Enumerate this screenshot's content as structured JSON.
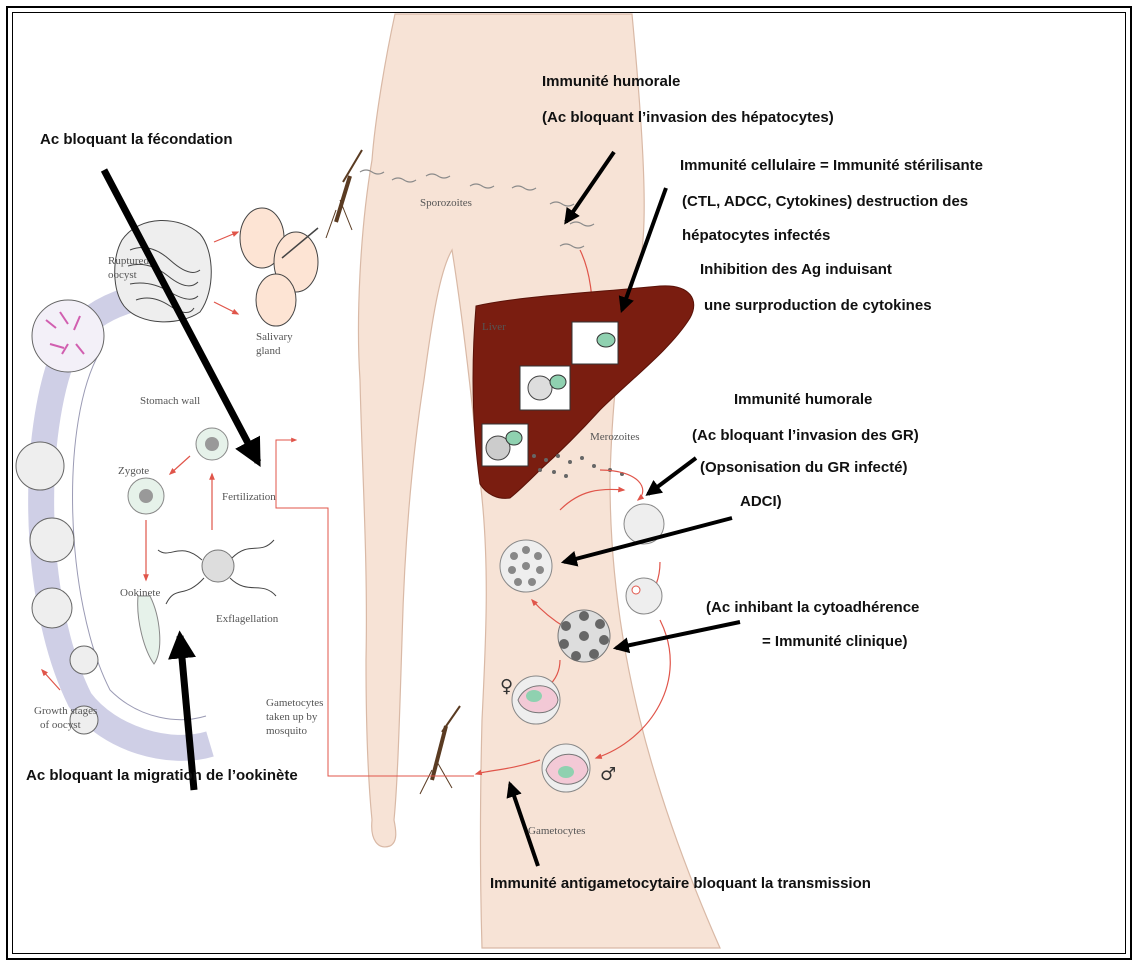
{
  "annotations": {
    "humoral_1": "Immunité humorale",
    "humoral_1_detail": "(Ac bloquant l’invasion des hépatocytes)",
    "cellular_1": "Immunité cellulaire = Immunité stérilisante",
    "cellular_2": "(CTL, ADCC, Cytokines) destruction des",
    "cellular_3": "hépatocytes infectés",
    "inhibition_1": "Inhibition des Ag induisant",
    "inhibition_2": "une surproduction de cytokines",
    "fecondation": "Ac bloquant la fécondation",
    "humoral_2": "Immunité humorale",
    "humoral_2_line1": "(Ac bloquant l’invasion des GR)",
    "humoral_2_line2": "(Opsonisation du GR infecté)",
    "humoral_2_line3": "ADCI)",
    "cytoadherence_1": "(Ac inhibant la cytoadhérence",
    "cytoadherence_2": "= Immunité clinique)",
    "ookinete_migration": "Ac bloquant la migration de l’ookinète",
    "transmission": "Immunité antigametocytaire bloquant la transmission"
  },
  "labels": {
    "ruptured_oocyst_1": "Ruptured",
    "ruptured_oocyst_2": "oocyst",
    "sporozoites": "Sporozoites",
    "salivary_1": "Salivary",
    "salivary_2": "gland",
    "stomach_wall": "Stomach wall",
    "zygote": "Zygote",
    "fertilization": "Fertilization",
    "ookinete": "Ookinete",
    "exflagellation": "Exflagellation",
    "growth_1": "Growth stages",
    "growth_2": "of oocyst",
    "liver": "Liver",
    "merozoites": "Merozoites",
    "gametocytes_taken_1": "Gametocytes",
    "gametocytes_taken_2": "taken up by",
    "gametocytes_taken_3": "mosquito",
    "gametocytes": "Gametocytes"
  },
  "symbols": {
    "female": "♀",
    "male": "♂"
  },
  "colors": {
    "skin": "#f7e3d6",
    "liver": "#7a1d10",
    "cell_wall": "#cfcfe6",
    "parasite": "#8fd1b0",
    "cycle_arrow": "#e0554a",
    "arrow": "#000000"
  }
}
